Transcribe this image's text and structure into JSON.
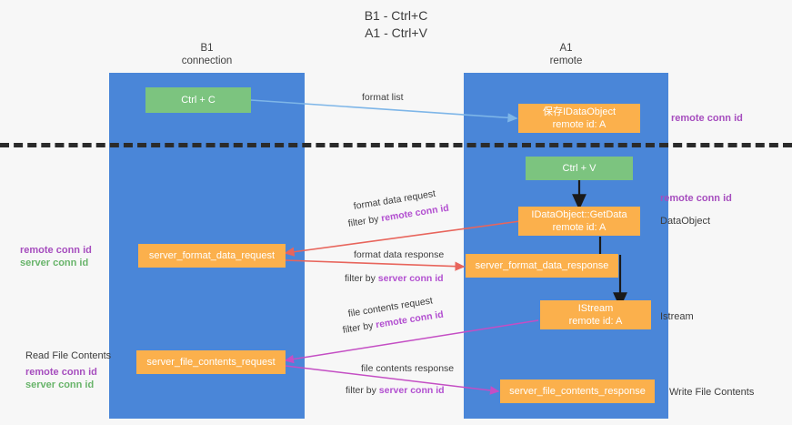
{
  "title": {
    "line1": "B1 - Ctrl+C",
    "line2": "A1 - Ctrl+V"
  },
  "lanes": [
    {
      "id": "b1",
      "name": "B1",
      "role": "connection"
    },
    {
      "id": "a1",
      "name": "A1",
      "role": "remote"
    }
  ],
  "boxes": {
    "ctrl_c": {
      "line1": "Ctrl + C",
      "line2": ""
    },
    "save_idataobject": {
      "line1": "保存IDataObject",
      "line2": "remote id: A"
    },
    "ctrl_v": {
      "line1": "Ctrl + V",
      "line2": ""
    },
    "idataobject_getdata": {
      "line1": "IDataObject::GetData",
      "line2": "remote id: A"
    },
    "server_format_data_request": {
      "line1": "server_format_data_request",
      "line2": ""
    },
    "server_format_data_response": {
      "line1": "server_format_data_response",
      "line2": ""
    },
    "istream": {
      "line1": "IStream",
      "line2": "remote id: A"
    },
    "server_file_contents_request": {
      "line1": "server_file_contents_request",
      "line2": ""
    },
    "server_file_contents_response": {
      "line1": "server_file_contents_response",
      "line2": ""
    }
  },
  "right_labels": {
    "remote_conn_id_top": "remote conn id",
    "remote_conn_id_mid": "remote conn id",
    "data_object": "DataObject",
    "istream": "Istream",
    "write_file_contents": "Write File Contents"
  },
  "left_labels": {
    "remote_conn_id_1": "remote conn id",
    "server_conn_id_1": "server conn id",
    "read_file_contents": "Read File Contents",
    "remote_conn_id_2": "remote conn id",
    "server_conn_id_2": "server conn id"
  },
  "flow_labels": {
    "format_list": "format list",
    "format_data_request": "format data request",
    "format_data_request_filter_prefix": "filter by ",
    "format_data_request_filter_key": "remote conn id",
    "format_data_response": "format data response",
    "format_data_response_filter_prefix": "filter by ",
    "format_data_response_filter_key": "server conn id",
    "file_contents_request": "file contents request",
    "file_contents_request_filter_prefix": "filter by ",
    "file_contents_request_filter_key": "remote conn id",
    "file_contents_response": "file contents response",
    "file_contents_response_filter_prefix": "filter by ",
    "file_contents_response_filter_key": "server conn id"
  },
  "colors": {
    "lane": "#4a86d8",
    "green_box": "#7cc47f",
    "orange_box": "#fbb04c",
    "purple_text": "#a64dbe",
    "green_text": "#68b46a",
    "arrow_blue": "#7eb6e8",
    "arrow_red": "#e8655c",
    "arrow_magenta": "#c44ec4",
    "arrow_black": "#1a1a1a",
    "separator": "#2b2b2b",
    "background": "#f7f7f7"
  }
}
